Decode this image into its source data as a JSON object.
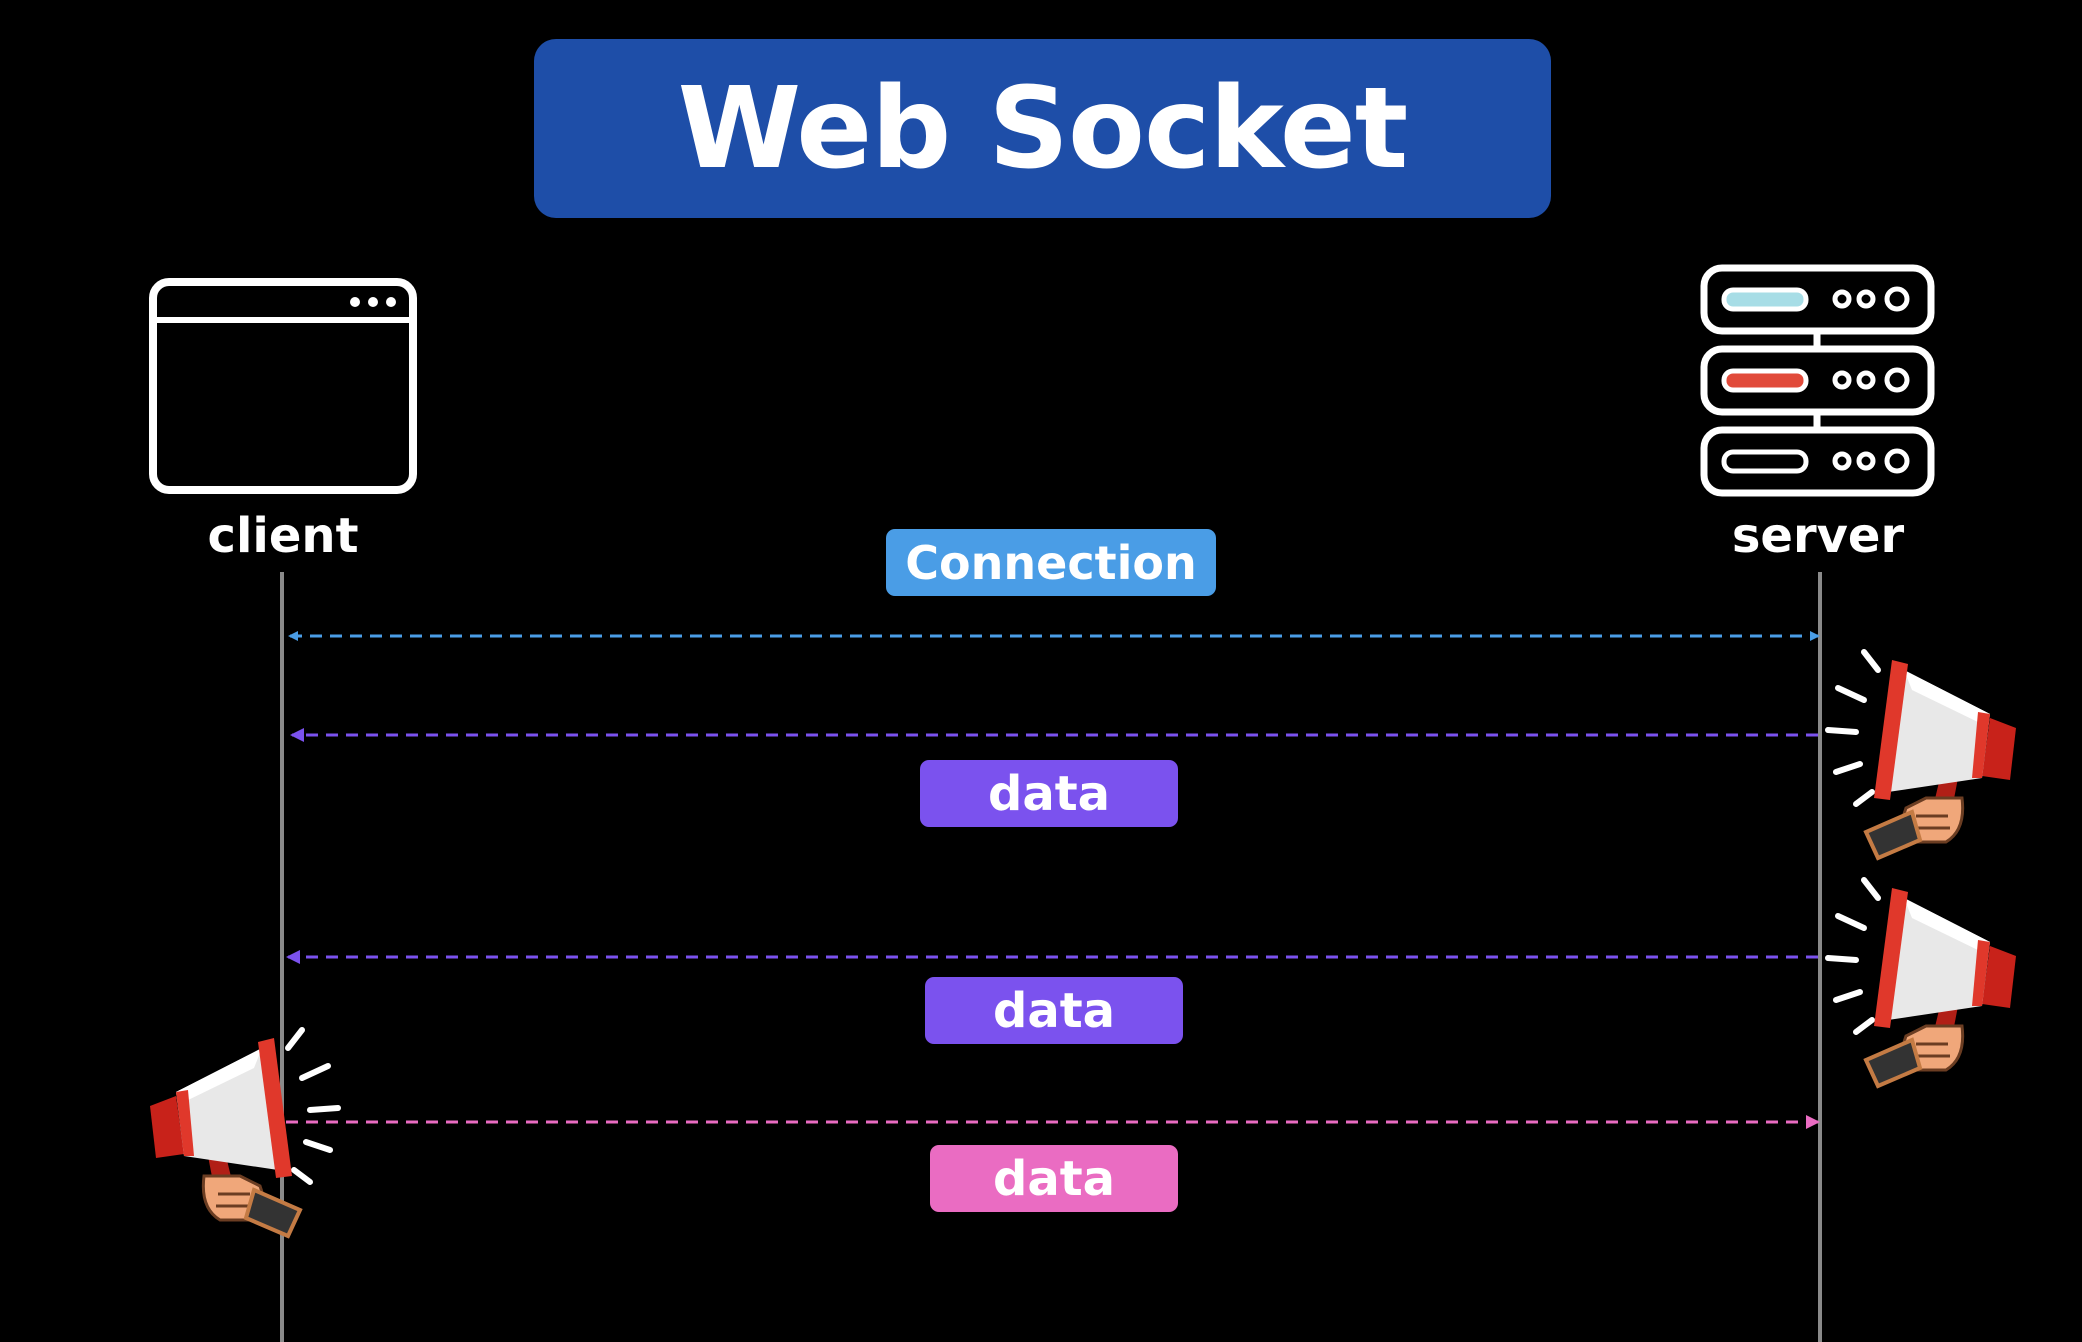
{
  "title": "Web Socket",
  "actors": {
    "client": "client",
    "server": "server"
  },
  "messages": [
    {
      "label": "Connection",
      "direction": "both",
      "color": "#4a9de6"
    },
    {
      "label": "data",
      "direction": "server-to-client",
      "color": "#7b52ee"
    },
    {
      "label": "data",
      "direction": "server-to-client",
      "color": "#7b52ee"
    },
    {
      "label": "data",
      "direction": "client-to-server",
      "color": "#ea6cc2"
    }
  ],
  "colors": {
    "background": "#000000",
    "title_bg": "#1e4ea8",
    "connection": "#4a9de6",
    "server_data": "#7b52ee",
    "client_data": "#ea6cc2",
    "lifeline": "#8a8a8a",
    "megaphone_red": "#e0382b"
  },
  "icons": {
    "client": "browser-window-icon",
    "server": "server-stack-icon",
    "broadcast": "megaphone-icon"
  }
}
